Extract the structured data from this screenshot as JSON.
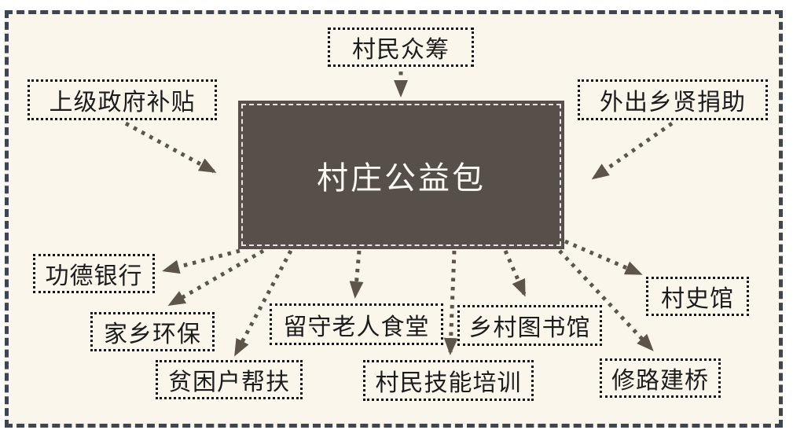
{
  "diagram": {
    "center_label": "村庄公益包",
    "sources": [
      {
        "label": "村民众筹"
      },
      {
        "label": "上级政府补贴"
      },
      {
        "label": "外出乡贤捐助"
      }
    ],
    "programs": [
      {
        "label": "功德银行"
      },
      {
        "label": "家乡环保"
      },
      {
        "label": "贫困户帮扶"
      },
      {
        "label": "留守老人食堂"
      },
      {
        "label": "村民技能培训"
      },
      {
        "label": "乡村图书馆"
      },
      {
        "label": "村史馆"
      },
      {
        "label": "修路建桥"
      }
    ],
    "colors": {
      "background": "#fbf6ec",
      "frame_border": "#3e4652",
      "center_box": "#57504a",
      "center_text": "#fdfaf2",
      "node_border": "#141414",
      "node_text": "#1c1c1c",
      "arrow": "#5d5549"
    }
  }
}
